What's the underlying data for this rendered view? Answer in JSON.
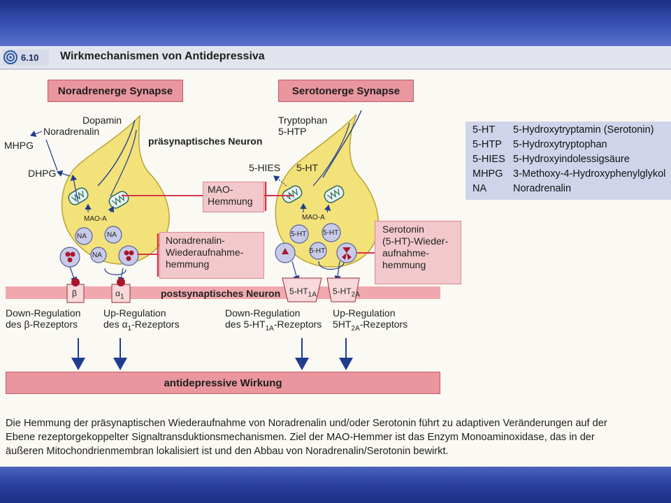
{
  "figure": {
    "number": "6.10",
    "title": "Wirkmechanismen von Antidepressiva"
  },
  "left": {
    "header": "Noradrenerge Synapse",
    "inputs": [
      "Dopamin",
      "Noradrenalin"
    ],
    "metabolites": [
      "MHPG",
      "DHPG"
    ],
    "enzyme": "MAO-A",
    "vesicle_label": "NA",
    "receptor_beta": "β",
    "receptor_alpha": "α",
    "receptor_alpha_sub": "1",
    "inhibition_box": [
      "Noradrenalin-",
      "Wiederaufnahme-",
      "hemmung"
    ],
    "regulation_down": [
      "Down-Regulation",
      "des β-Rezeptors"
    ],
    "regulation_up_line1": "Up-Regulation",
    "regulation_up_line2_pre": "des α",
    "regulation_up_line2_sub": "1",
    "regulation_up_line2_post": "-Rezeptors"
  },
  "right": {
    "header": "Serotonerge Synapse",
    "inputs": [
      "Tryptophan",
      "5-HTP"
    ],
    "metabolite": "5-HIES",
    "transmitter": "5-HT",
    "enzyme": "MAO-A",
    "vesicle_label": "5-HT",
    "receptor_1a": "5-HT",
    "receptor_1a_sub": "1A",
    "receptor_2a": "5-HT",
    "receptor_2a_sub": "2A",
    "inhibition_box": [
      "Serotonin",
      "(5-HT)-Wieder-",
      "aufnahme-",
      "hemmung"
    ],
    "regulation_down_line1": "Down-Regulation",
    "regulation_down_line2_pre": "des 5-HT",
    "regulation_down_line2_sub": "1A",
    "regulation_down_line2_post": "-Rezeptors",
    "regulation_up_line1": "Up-Regulation",
    "regulation_up_line2_pre": "5HT",
    "regulation_up_line2_sub": "2A",
    "regulation_up_line2_post": "-Rezeptors"
  },
  "center": {
    "presynaptic_label": "präsynaptisches Neuron",
    "postsynaptic_label": "postsynaptisches Neuron",
    "mao_box": [
      "MAO-",
      "Hemmung"
    ]
  },
  "effect_bar": "antidepressive Wirkung",
  "abbreviations": [
    {
      "key": "5-HT",
      "value": "5-Hydroxytryptamin (Serotonin)"
    },
    {
      "key": "5-HTP",
      "value": "5-Hydroxytryptophan"
    },
    {
      "key": "5-HIES",
      "value": "5-Hydroxyindolessigsäure"
    },
    {
      "key": "MHPG",
      "value": "3-Methoxy-4-Hydroxyphenylglykol"
    },
    {
      "key": "NA",
      "value": "Noradrenalin"
    }
  ],
  "caption": [
    "Die Hemmung der präsynaptischen Wiederaufnahme von Noradrenalin und/oder Serotonin führt zu adaptiven Veränderungen auf der",
    "Ebene rezeptorgekoppelter Signaltransduktionsmechanismen. Ziel der MAO-Hemmer ist das Enzym Monoaminoxidase, das in der",
    "äußeren Mitochondrienmembran lokalisiert ist und den Abbau von Noradrenalin/Serotonin bewirkt."
  ],
  "colors": {
    "neuron_fill": "#f3e27a",
    "neuron_stroke": "#b8a532",
    "inhibit_line": "#d6344a",
    "arrow": "#1f3c8f",
    "membrane": "#f0a8ae",
    "receptor": "#a8162c"
  }
}
